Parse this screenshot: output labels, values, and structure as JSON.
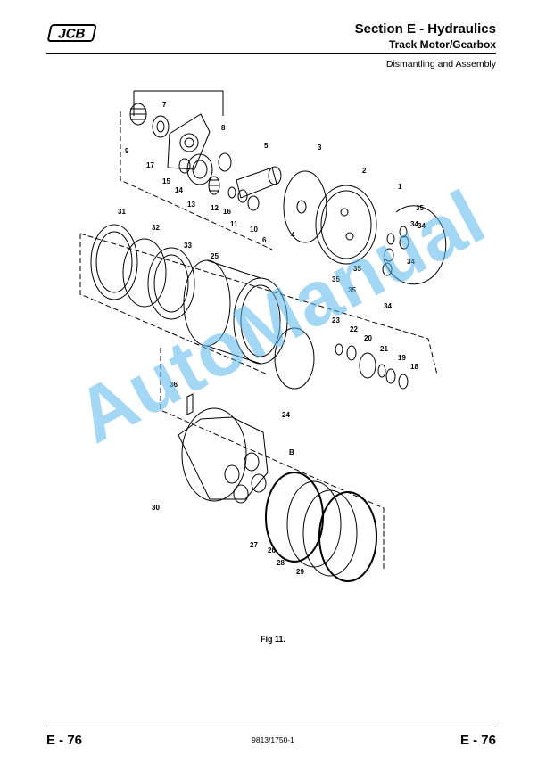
{
  "header": {
    "section_title": "Section E - Hydraulics",
    "subsection_title": "Track Motor/Gearbox",
    "topic": "Dismantling and Assembly",
    "logo_text": "JCB"
  },
  "figure": {
    "caption": "Fig 11.",
    "callouts": [
      "1",
      "2",
      "3",
      "4",
      "5",
      "6",
      "7",
      "8",
      "9",
      "10",
      "11",
      "12",
      "13",
      "14",
      "15",
      "16",
      "17",
      "18",
      "19",
      "20",
      "21",
      "22",
      "23",
      "24",
      "25",
      "26",
      "27",
      "28",
      "29",
      "30",
      "31",
      "32",
      "33",
      "34",
      "34",
      "34",
      "34",
      "35",
      "35",
      "35",
      "35",
      "36",
      "B"
    ]
  },
  "watermark": "AutoManual",
  "footer": {
    "page_left": "E - 76",
    "doc_code": "9813/1750-1",
    "page_right": "E - 76"
  }
}
